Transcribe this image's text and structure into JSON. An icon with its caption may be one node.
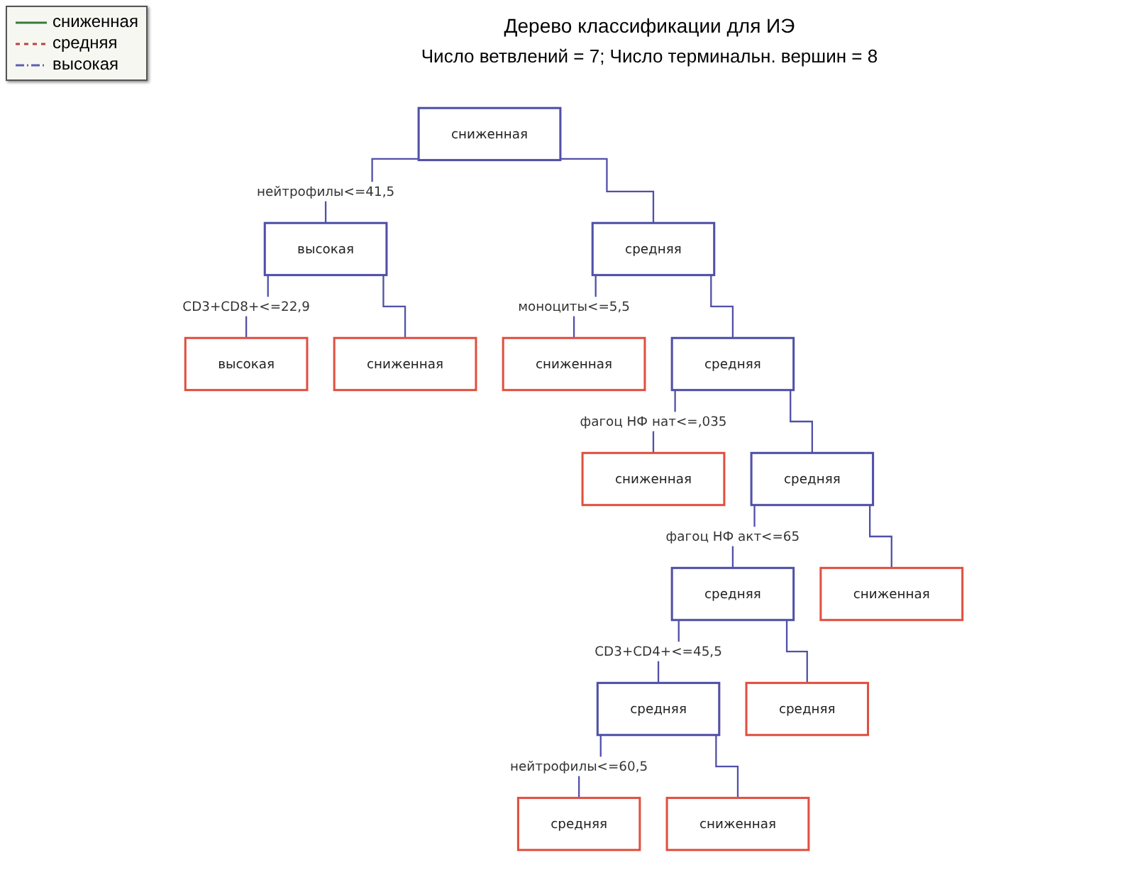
{
  "diagram": {
    "title": "Дерево классификации для ИЭ",
    "nodes": [
      {
        "text": [
          "сниженная"
        ]
      },
      {
        "text": [
          "высокая"
        ]
      },
      {
        "text": [
          "средняя"
        ]
      },
      {
        "text": [
          "высокая"
        ]
      },
      {
        "text": [
          "сниженная"
        ]
      },
      {
        "text": [
          "сниженная"
        ]
      },
      {
        "text": [
          "средняя"
        ]
      },
      {
        "text": [
          "сниженная"
        ]
      },
      {
        "text": [
          "средняя"
        ]
      },
      {
        "text": [
          "средняя"
        ]
      },
      {
        "text": [
          "сниженная"
        ]
      },
      {
        "text": [
          "средняя"
        ]
      },
      {
        "text": [
          "средняя"
        ]
      },
      {
        "text": [
          "средняя"
        ]
      },
      {
        "text": [
          "сниженная"
        ]
      }
    ],
    "edges": [
      {
        "from": 0,
        "to": 1,
        "arrow": "none",
        "label": "нейтрофилы<=41,5"
      },
      {
        "from": 0,
        "to": 2,
        "arrow": "none"
      },
      {
        "from": 1,
        "to": 3,
        "arrow": "none",
        "label": "CD3+CD8+<=22,9"
      },
      {
        "from": 1,
        "to": 4,
        "arrow": "none"
      },
      {
        "from": 2,
        "to": 5,
        "arrow": "none",
        "label": "моноциты<=5,5"
      },
      {
        "from": 2,
        "to": 6,
        "arrow": "none"
      },
      {
        "from": 6,
        "to": 7,
        "arrow": "none",
        "label": "фагоц НФ нат<=,035"
      },
      {
        "from": 6,
        "to": 8,
        "arrow": "none"
      },
      {
        "from": 8,
        "to": 9,
        "arrow": "none",
        "label": "фагоц НФ акт<=65"
      },
      {
        "from": 8,
        "to": 10,
        "arrow": "none"
      },
      {
        "from": 9,
        "to": 11,
        "arrow": "none",
        "label": "CD3+CD4+<=45,5"
      },
      {
        "from": 9,
        "to": 12,
        "arrow": "none"
      },
      {
        "from": 11,
        "to": 13,
        "arrow": "none",
        "label": "нейтрофилы<=60,5"
      },
      {
        "from": 11,
        "to": 14,
        "arrow": "none"
      }
    ],
    "labels": [
      "Число ветвлений = 7; Число терминальн. вершин = 8"
    ],
    "legend": [
      {
        "text": "сниженная"
      },
      {
        "text": "средняя"
      },
      {
        "text": "высокая"
      }
    ]
  }
}
